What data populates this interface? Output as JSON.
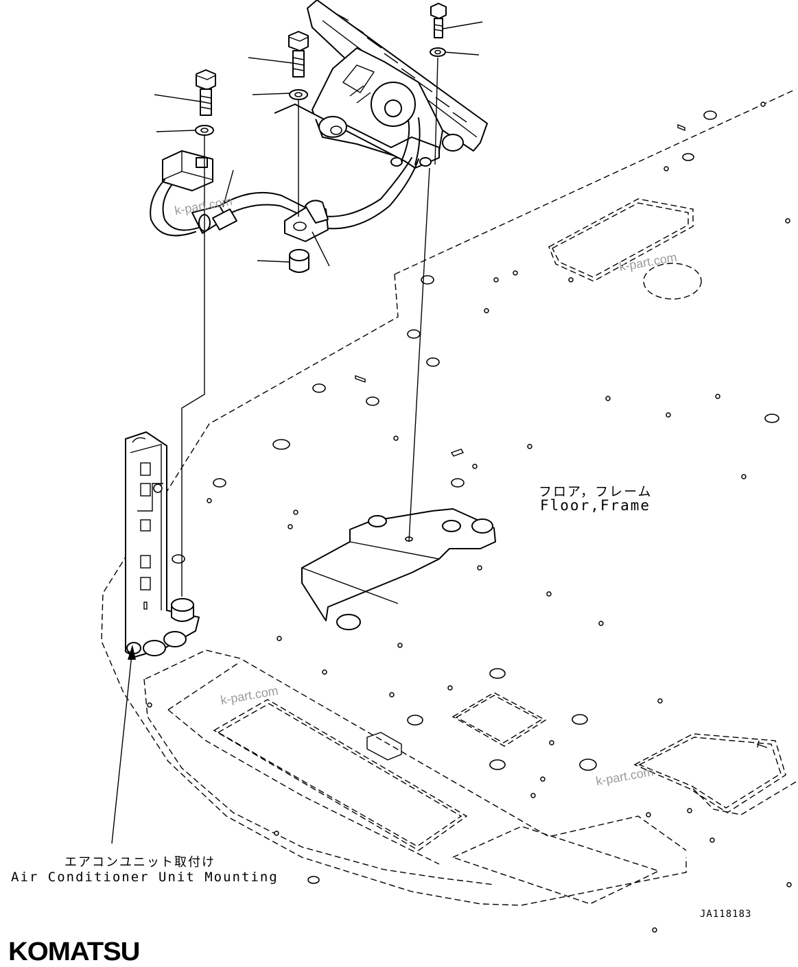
{
  "labels": {
    "floor_jp": "フロア，フレーム",
    "floor_en": "Floor,Frame",
    "aircon_jp": "エアコンユニット取付け",
    "aircon_en": "Air Conditioner Unit Mounting",
    "drawing_no": "JA118183"
  },
  "watermarks": [
    "k-part.com",
    "k-part.com",
    "k-part.com",
    "k-part.com"
  ],
  "logo": "KOMATSU"
}
